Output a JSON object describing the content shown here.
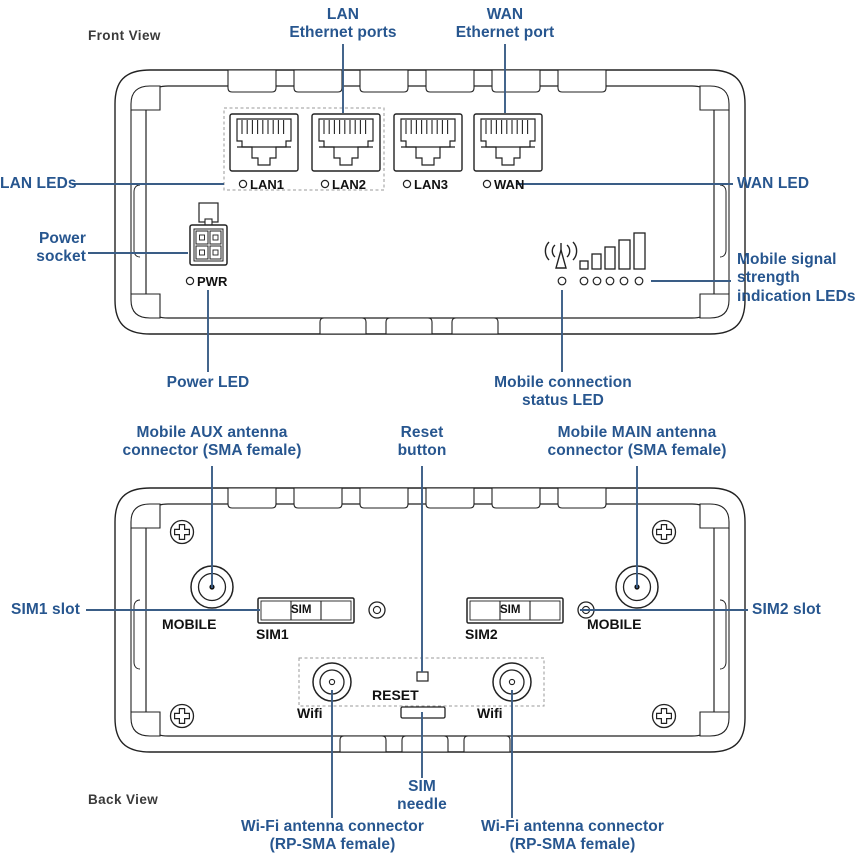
{
  "meta": {
    "accent_color": "#27568f",
    "line_color": "#3a5d86",
    "outline_color": "#222222",
    "view_label_color": "#3a3a3a"
  },
  "views": {
    "front": {
      "name": "Front View"
    },
    "back": {
      "name": "Back View"
    }
  },
  "front_callouts": [
    {
      "id": "lan-ethernet-ports",
      "text": "LAN\nEthernet ports"
    },
    {
      "id": "wan-ethernet-port",
      "text": "WAN\nEthernet port"
    },
    {
      "id": "lan-leds",
      "text": "LAN LEDs"
    },
    {
      "id": "wan-led",
      "text": "WAN LED"
    },
    {
      "id": "power-socket",
      "text": "Power\nsocket"
    },
    {
      "id": "power-led",
      "text": "Power LED"
    },
    {
      "id": "mobile-signal-leds",
      "text": "Mobile signal\nstrength\nindication LEDs"
    },
    {
      "id": "mobile-status-led",
      "text": "Mobile connection\nstatus LED"
    }
  ],
  "back_callouts": [
    {
      "id": "mobile-aux-antenna",
      "text": "Mobile AUX antenna\nconnector (SMA female)"
    },
    {
      "id": "reset-button",
      "text": "Reset\nbutton"
    },
    {
      "id": "mobile-main-antenna",
      "text": "Mobile MAIN antenna\nconnector (SMA female)"
    },
    {
      "id": "sim1-slot",
      "text": "SIM1 slot"
    },
    {
      "id": "sim2-slot",
      "text": "SIM2 slot"
    },
    {
      "id": "sim-needle",
      "text": "SIM\nneedle"
    },
    {
      "id": "wifi-antenna-left",
      "text": "Wi-Fi antenna connector\n(RP-SMA female)"
    },
    {
      "id": "wifi-antenna-right",
      "text": "Wi-Fi antenna connector\n(RP-SMA female)"
    }
  ],
  "front_panel": {
    "port_leds": [
      {
        "id": "lan1",
        "label": "LAN1"
      },
      {
        "id": "lan2",
        "label": "LAN2"
      },
      {
        "id": "lan3",
        "label": "LAN3"
      },
      {
        "id": "wan",
        "label": "WAN"
      }
    ],
    "power_led_label": "PWR",
    "ethernet_ports": [
      "LAN1",
      "LAN2",
      "LAN3",
      "WAN"
    ],
    "signal_bars": 5,
    "signal_leds": 5,
    "status_leds": 1,
    "top_vents": 6,
    "bottom_vents": 3
  },
  "back_panel": {
    "mobile_connector_left_label": "MOBILE",
    "mobile_connector_right_label": "MOBILE",
    "sim1": {
      "slot_label": "SIM",
      "caption": "SIM1"
    },
    "sim2": {
      "slot_label": "SIM",
      "caption": "SIM2"
    },
    "reset_label": "RESET",
    "wifi_left_label": "Wifi",
    "wifi_right_label": "Wifi",
    "screws": 4,
    "top_vents": 6,
    "bottom_vents": 3
  }
}
